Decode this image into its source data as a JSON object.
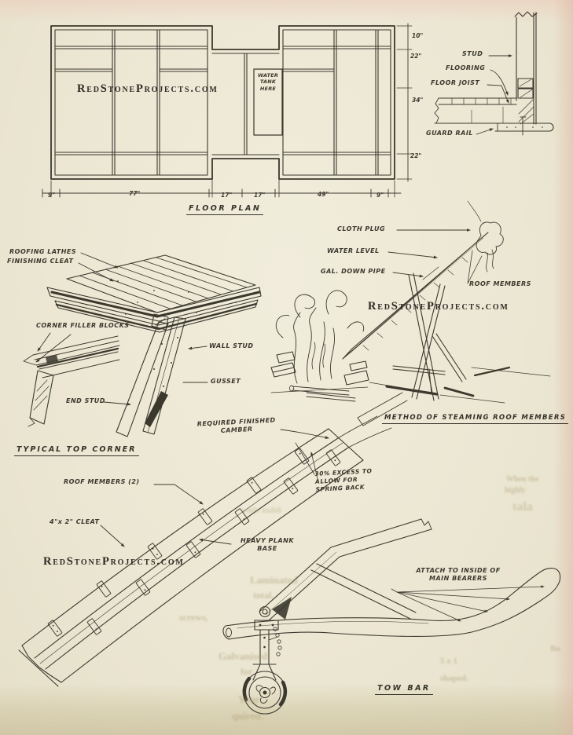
{
  "watermark": "RedStoneProjects.com",
  "colors": {
    "paper": "#ece7d3",
    "ink": "#3b382e"
  },
  "floor_plan": {
    "caption": "FLOOR PLAN",
    "water_tank": "WATER\nTANK\nHERE",
    "dims_bottom": [
      "9\"",
      "77\"",
      "17\"",
      "17\"",
      "49\"",
      "9\""
    ],
    "dims_right": [
      "10\"",
      "22\"",
      "34\"",
      "22\""
    ]
  },
  "wall_section": {
    "stud": "STUD",
    "flooring": "FLOORING",
    "floor_joist": "FLOOR JOIST",
    "guard_rail": "GUARD RAIL"
  },
  "top_corner": {
    "caption": "TYPICAL  TOP  CORNER",
    "roofing_lathes": "ROOFING LATHES",
    "finishing_cleat": "FINISHING CLEAT",
    "corner_filler_blocks": "CORNER FILLER BLOCKS",
    "wall_stud": "WALL STUD",
    "gusset": "GUSSET",
    "end_stud": "END STUD"
  },
  "steaming": {
    "caption": "METHOD  OF  STEAMING  ROOF  MEMBERS",
    "cloth_plug": "CLOTH PLUG",
    "water_level": "WATER LEVEL",
    "gal_down_pipe": "GAL. DOWN PIPE",
    "roof_members": "ROOF MEMBERS"
  },
  "camber_jig": {
    "required_finished_camber": "REQUIRED FINISHED\nCAMBER",
    "roof_members_2": "ROOF MEMBERS  (2)",
    "cleat": "4\"x 2\" CLEAT",
    "heavy_plank_base": "HEAVY PLANK\nBASE",
    "spring_back": "30% EXCESS TO\nALLOW FOR\nSPRING BACK"
  },
  "tow_bar": {
    "caption": "TOW  BAR",
    "attach_note": "ATTACH TO INSIDE OF\nMAIN BEARERS"
  },
  "bleedthrough": [
    "Laminated",
    "total.",
    "screws,",
    "Galvanised",
    "for",
    "Your",
    "quired.",
    "When the",
    "highly",
    "tala",
    "while buildi",
    "shaped.",
    "5 x 1",
    "Bo"
  ]
}
